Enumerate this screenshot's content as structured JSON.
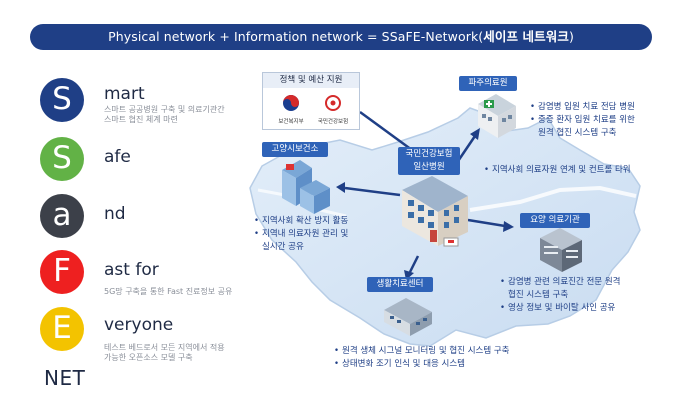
{
  "banner": {
    "prefix": "Physical network + Information network = SSaFE-Network(",
    "bold": "세이프 네트워크",
    "suffix": ")"
  },
  "acronym": [
    {
      "letter": "S",
      "color": "#1f3f86",
      "word": "mart",
      "desc": [
        "스마트 공공병원 구축 및 의료기관간",
        "스마트 협진 체계 마련"
      ]
    },
    {
      "letter": "S",
      "color": "#62b246",
      "word": "afe",
      "desc": []
    },
    {
      "letter": "a",
      "color": "#3c4049",
      "word": "nd",
      "desc": []
    },
    {
      "letter": "F",
      "color": "#ee2020",
      "word": "ast for",
      "desc": [
        "5G망 구축을 통한 Fast 진료정보 공유"
      ]
    },
    {
      "letter": "E",
      "color": "#f3c300",
      "word": "veryone",
      "desc": [
        "테스트 베드로서 모든 지역에서 적용",
        "가능한 오픈소스 모델 구축"
      ]
    }
  ],
  "net_label": "NET",
  "policy": {
    "title": "정책 및 예산 지원",
    "logo1": "보건복지부",
    "logo2": "국민건강보험"
  },
  "center": {
    "line1": "국민건강보험",
    "line2": "일산병원"
  },
  "nodes": {
    "paju": {
      "label": "파주의료원",
      "bullets": [
        "감염병 입원 치료 전담 병원",
        "중증 환자 입원 치료를 위한"
      ],
      "cont": "원격 협진 시스템 구축"
    },
    "goyang": {
      "label": "고양시보건소",
      "bullets": [
        "지역사회 확산 방지 활동",
        "지역내 의료자원 관리 및"
      ],
      "cont": "실시간 공유"
    },
    "care": {
      "label": "요양 의료기관",
      "bullets": [
        "감염병 관련 의료진간 전문 원격"
      ],
      "cont": "협진 시스템 구축",
      "bullets2": [
        "영상 정보 및 바이탈 사인 공유"
      ]
    },
    "living": {
      "label": "생활치료센터",
      "bullets": [
        "원격 생체 시그널 모니터링 및 협진 시스템 구축",
        "상태변화 조기 인식 및 대응 시스템"
      ]
    },
    "center_bullet": "지역사회 의료자원 연계 및 컨트롤 타워"
  }
}
